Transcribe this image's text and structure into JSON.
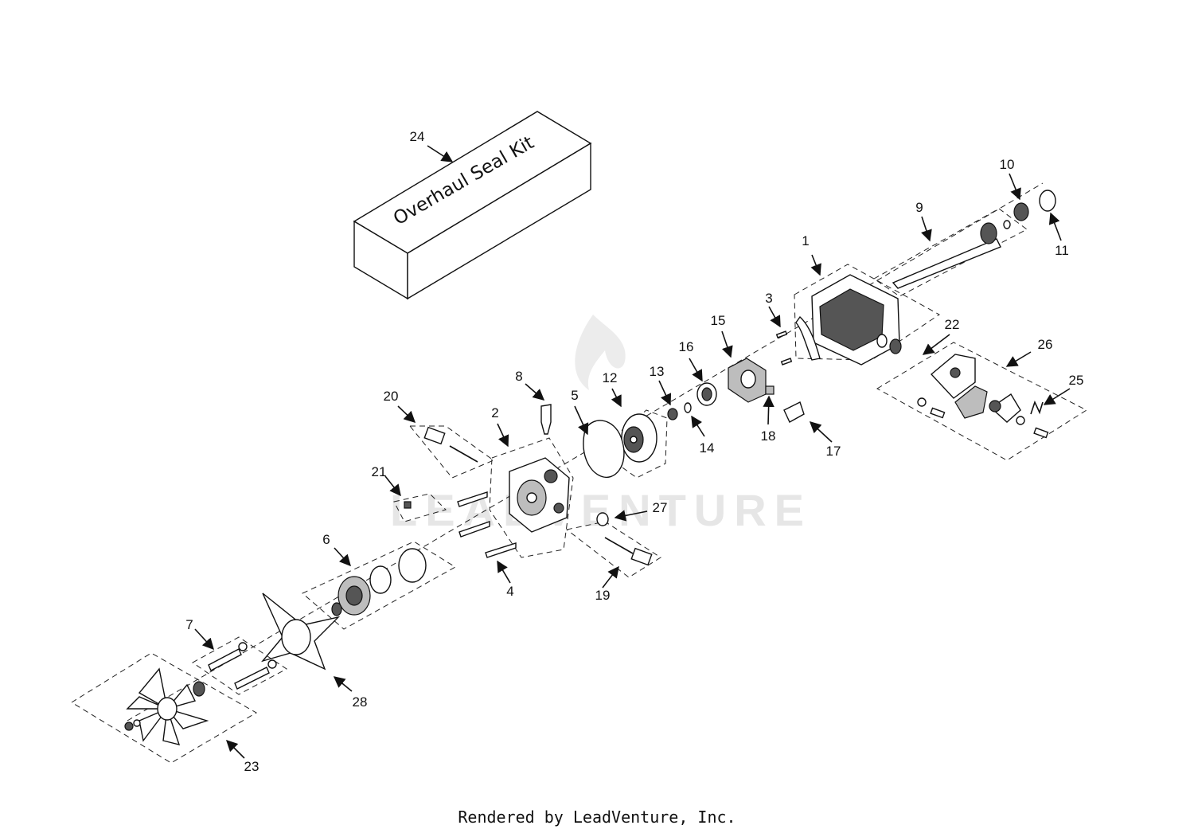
{
  "diagram": {
    "kit_label": "Overhaul Seal Kit",
    "watermark": "LEADVENTURE",
    "footer": "Rendered by LeadVenture, Inc.",
    "callouts": [
      {
        "id": "1",
        "label": "1"
      },
      {
        "id": "2",
        "label": "2"
      },
      {
        "id": "3",
        "label": "3"
      },
      {
        "id": "4",
        "label": "4"
      },
      {
        "id": "5",
        "label": "5"
      },
      {
        "id": "6",
        "label": "6"
      },
      {
        "id": "7",
        "label": "7"
      },
      {
        "id": "8",
        "label": "8"
      },
      {
        "id": "9",
        "label": "9"
      },
      {
        "id": "10",
        "label": "10"
      },
      {
        "id": "11",
        "label": "11"
      },
      {
        "id": "12",
        "label": "12"
      },
      {
        "id": "13",
        "label": "13"
      },
      {
        "id": "14",
        "label": "14"
      },
      {
        "id": "15",
        "label": "15"
      },
      {
        "id": "16",
        "label": "16"
      },
      {
        "id": "17",
        "label": "17"
      },
      {
        "id": "18",
        "label": "18"
      },
      {
        "id": "19",
        "label": "19"
      },
      {
        "id": "20",
        "label": "20"
      },
      {
        "id": "21",
        "label": "21"
      },
      {
        "id": "22",
        "label": "22"
      },
      {
        "id": "23",
        "label": "23"
      },
      {
        "id": "24",
        "label": "24"
      },
      {
        "id": "25",
        "label": "25"
      },
      {
        "id": "26",
        "label": "26"
      },
      {
        "id": "27",
        "label": "27"
      },
      {
        "id": "28",
        "label": "28"
      }
    ]
  }
}
